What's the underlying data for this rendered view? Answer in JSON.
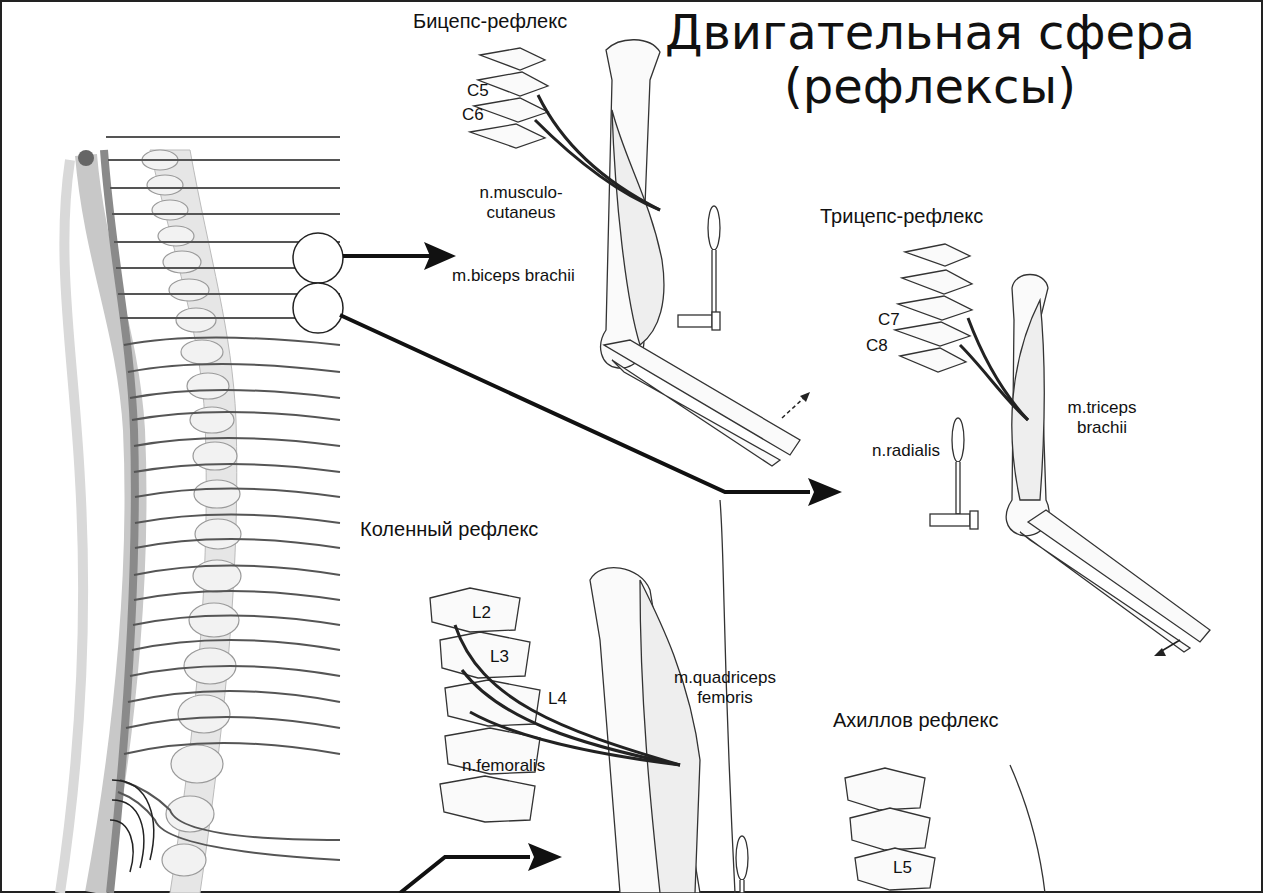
{
  "diagram": {
    "title": "Двигательная сфера (рефлексы)",
    "labels": [
      "Бицепс-рефлекс",
      "C5",
      "C6",
      "n.musculo- cutaneus",
      "m.biceps brachii",
      "Трицепс-рефлекс",
      "C7",
      "C8",
      "m.triceps brachii",
      "n.radialis",
      "Коленный рефлекс",
      "L2",
      "L3",
      "L4",
      "m.quadriceps femoris",
      "n.femoralis",
      "Ахиллов рефлекс",
      "L5"
    ]
  }
}
